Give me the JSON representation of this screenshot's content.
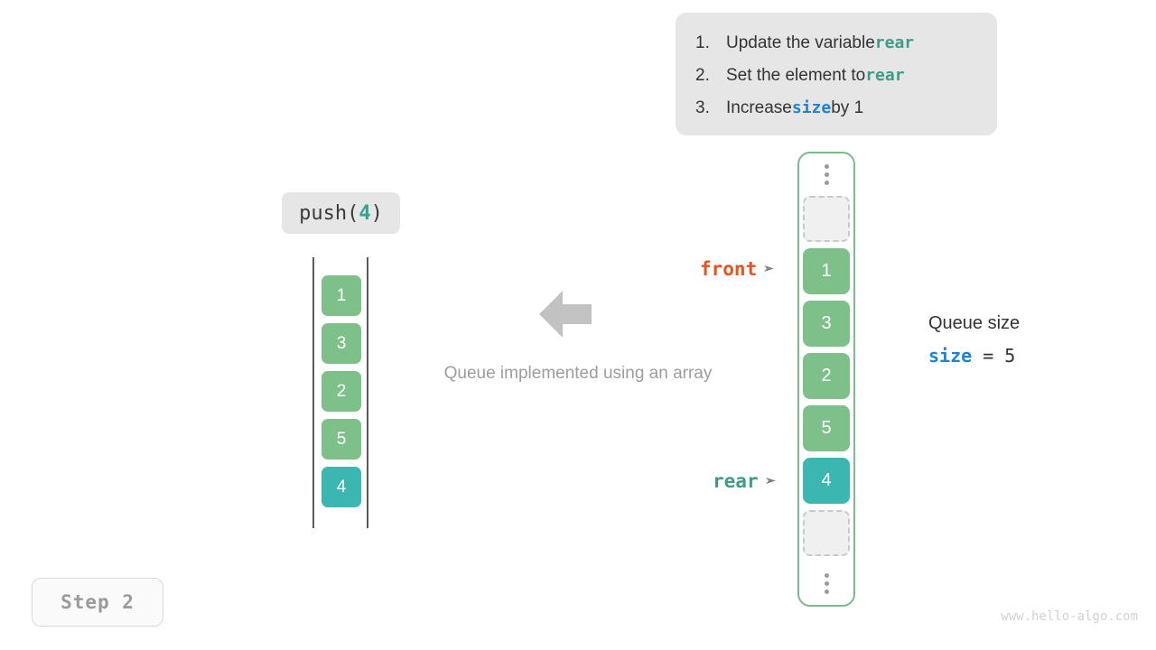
{
  "instructions": {
    "items": [
      {
        "num": "1.",
        "pre": "Update the variable ",
        "code": "rear",
        "code_kind": "rear",
        "post": ""
      },
      {
        "num": "2.",
        "pre": "Set the element to ",
        "code": "rear",
        "code_kind": "rear",
        "post": ""
      },
      {
        "num": "3.",
        "pre": "Increase ",
        "code": "size",
        "code_kind": "size",
        "post": " by 1"
      }
    ]
  },
  "operation": {
    "name": "push(",
    "arg": "4",
    "close": ")"
  },
  "left_stack": {
    "cells": [
      {
        "value": "1",
        "kind": "green"
      },
      {
        "value": "3",
        "kind": "green"
      },
      {
        "value": "2",
        "kind": "green"
      },
      {
        "value": "5",
        "kind": "green"
      },
      {
        "value": "4",
        "kind": "teal"
      }
    ]
  },
  "center": {
    "caption": "Queue implemented using an array",
    "arrow_icon": "arrow-left-icon"
  },
  "pointers": {
    "front": {
      "label": "front",
      "color": "#e8521e"
    },
    "rear": {
      "label": "rear",
      "color": "#3d9b88"
    }
  },
  "array": {
    "top_ellipsis": "vertical-ellipsis-icon",
    "bottom_ellipsis": "vertical-ellipsis-icon",
    "cells": [
      {
        "value": "",
        "kind": "empty"
      },
      {
        "value": "1",
        "kind": "green"
      },
      {
        "value": "3",
        "kind": "green"
      },
      {
        "value": "2",
        "kind": "green"
      },
      {
        "value": "5",
        "kind": "green"
      },
      {
        "value": "4",
        "kind": "teal"
      },
      {
        "value": "",
        "kind": "empty"
      }
    ]
  },
  "size_info": {
    "title": "Queue size",
    "var": "size",
    "expr": " = 5"
  },
  "step": {
    "label": "Step 2"
  },
  "watermark": {
    "text": "www.hello-algo.com"
  },
  "colors": {
    "green": "#7ec08a",
    "teal": "#3cb6b0",
    "front": "#e8521e",
    "rear": "#3d9b88",
    "size": "#1f82d4",
    "panel_bg": "#e6e6e6",
    "container_border": "#7cb98b"
  }
}
